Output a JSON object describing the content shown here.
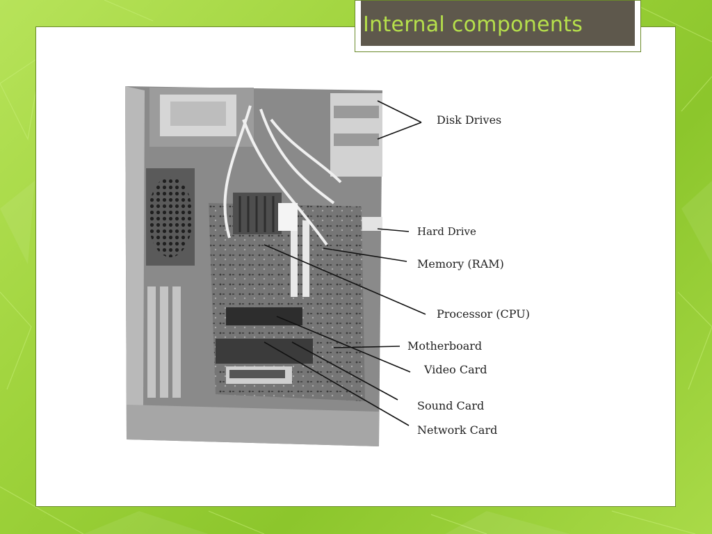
{
  "slide": {
    "title": "Internal components"
  },
  "diagram": {
    "labels": {
      "disk_drives": "Disk Drives",
      "hard_drive": "Hard Drive",
      "memory": "Memory (RAM)",
      "processor": "Processor (CPU)",
      "motherboard": "Motherboard",
      "video_card": "Video Card",
      "sound_card": "Sound Card",
      "network_card": "Network Card"
    }
  },
  "colors": {
    "background": "#9fd33c",
    "title_bar": "#5e584c",
    "title_text": "#b6e04b",
    "panel": "#ffffff"
  }
}
